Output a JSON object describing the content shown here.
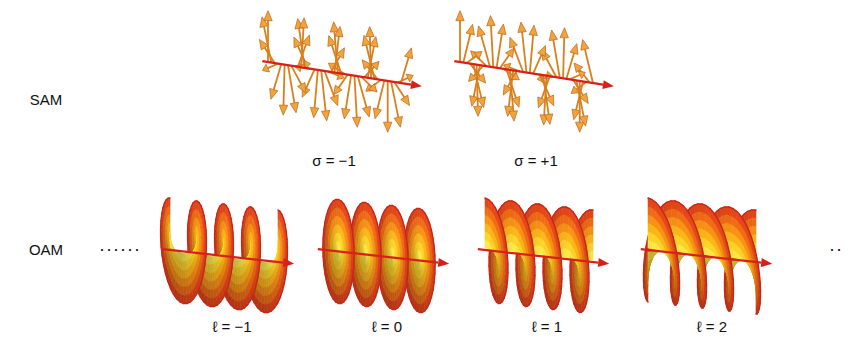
{
  "diagram": {
    "labels": [
      "SAM",
      "OAM",
      "σ = −1",
      "σ = +1",
      "······",
      "ℓ = −1",
      "ℓ = 0",
      "ℓ = 1",
      "ℓ = 2",
      "··"
    ]
  }
}
